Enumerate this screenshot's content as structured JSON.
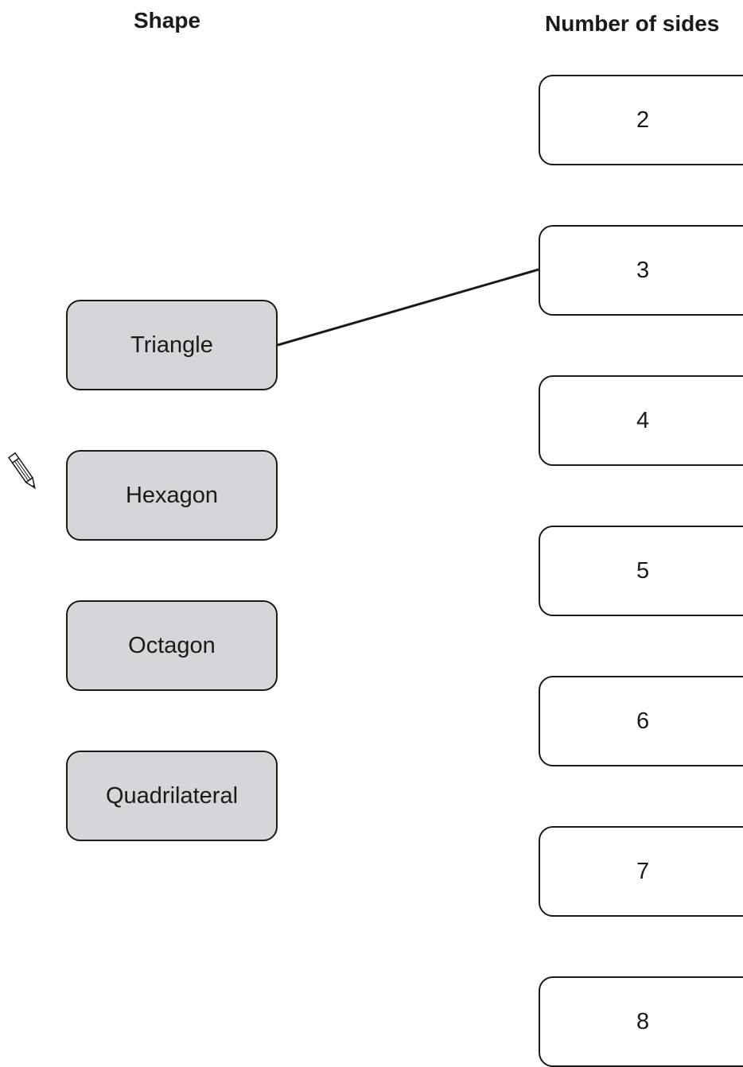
{
  "headings": {
    "shape": "Shape",
    "sides": "Number of sides"
  },
  "shapes": [
    "Triangle",
    "Hexagon",
    "Octagon",
    "Quadrilateral"
  ],
  "sides": [
    "2",
    "3",
    "4",
    "5",
    "6",
    "7",
    "8"
  ],
  "icons": {
    "pencil": "pencil-icon"
  },
  "colors": {
    "shape_box_fill": "#d5d6d8",
    "outline": "#1a1a1a"
  }
}
